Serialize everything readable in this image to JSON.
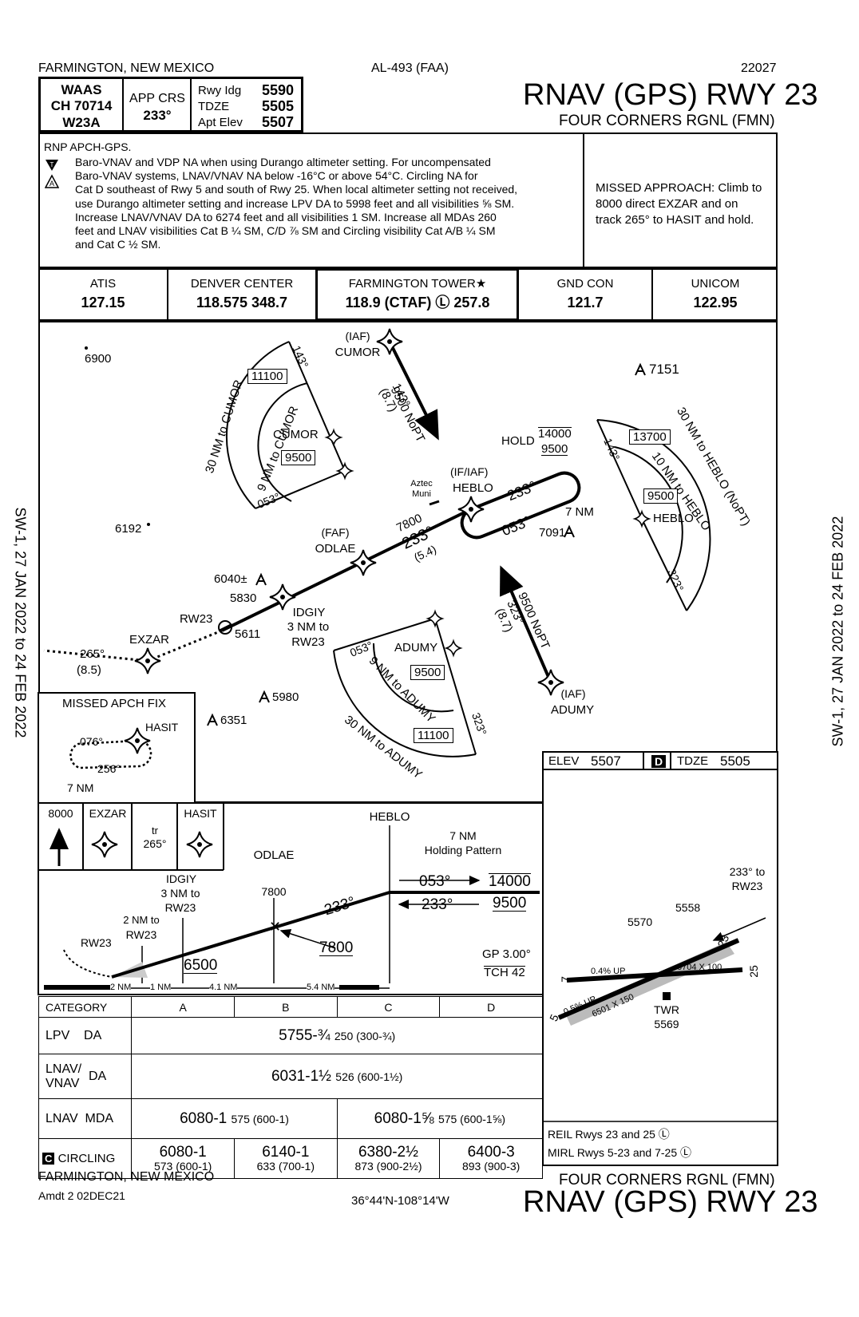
{
  "header": {
    "city": "FARMINGTON, NEW MEXICO",
    "chart_id": "AL-493 (FAA)",
    "cycle": "22027",
    "title": "RNAV (GPS) RWY 23",
    "airport": "FOUR CORNERS RGNL (FMN)"
  },
  "briefing": {
    "waas_label": "WAAS",
    "waas_channel": "CH 70714",
    "waas_id": "W23A",
    "app_crs_label": "APP CRS",
    "app_crs": "233°",
    "rwy_ldg_label": "Rwy Idg",
    "rwy_ldg": "5590",
    "tdze_label": "TDZE",
    "tdze": "5505",
    "apt_elev_label": "Apt Elev",
    "apt_elev": "5507"
  },
  "notes": {
    "rnp": "RNP APCH-GPS.",
    "text_lines": [
      "Baro-VNAV and VDP NA when using Durango altimeter setting.  For uncompensated",
      "Baro-VNAV systems, LNAV/VNAV NA below -16°C or above 54°C.  Circling NA for",
      "Cat D southeast of Rwy 5 and south of Rwy 25.  When local altimeter setting not received,",
      "use Durango altimeter setting and increase LPV DA to 5998 feet and all visibilities ⅝ SM.",
      "Increase LNAV/VNAV DA to 6274 feet and all visibilities 1 SM.  Increase all MDAs 260",
      "feet and LNAV visibilities Cat B ¼ SM, C/D ⅞ SM and Circling visibility Cat A/B ¼ SM",
      "and Cat C ½ SM."
    ],
    "missed_lines": [
      "MISSED APPROACH: Climb to",
      "8000 direct EXZAR and on",
      "track 265° to HASIT and hold."
    ]
  },
  "comms": [
    {
      "name": "ATIS",
      "freq": "127.15"
    },
    {
      "name": "DENVER CENTER",
      "freq": "118.575  348.7"
    },
    {
      "name": "FARMINGTON TOWER★",
      "freq": "118.9 (CTAF) Ⓛ 257.8"
    },
    {
      "name": "GND CON",
      "freq": "121.7"
    },
    {
      "name": "UNICOM",
      "freq": "122.95"
    }
  ],
  "plan": {
    "fixes": {
      "cumor_iaf": "(IAF)",
      "cumor": "CUMOR",
      "heblo_iaf": "(IF/IAF)",
      "heblo": "HEBLO",
      "odlae_faf": "(FAF)",
      "odlae": "ODLAE",
      "idgiy": "IDGIY",
      "idgiy_dist": "3 NM to",
      "idgiy_rw": "RW23",
      "rw23": "RW23",
      "exzar": "EXZAR",
      "adumy_iaf": "(IAF)",
      "adumy": "ADUMY",
      "aztec": "Aztec",
      "muni": "Muni"
    },
    "texts": {
      "alt_6900": "6900",
      "alt_7151": "7151",
      "alt_6192": "6192",
      "alt_6040": "6040±",
      "alt_5830": "5830",
      "alt_5611": "5611",
      "alt_7091": "7091",
      "alt_5980": "5980",
      "alt_6351": "6351",
      "cumor_leg_alt": "9500 NoPT",
      "cumor_leg_crs": "143°",
      "cumor_leg_dist": "(8.7)",
      "adumy_leg_alt": "9500 NoPT",
      "adumy_leg_crs": "323°",
      "adumy_leg_dist": "(8.7)",
      "hold_label": "HOLD",
      "hold_alt_top": "14000",
      "hold_alt_bottom": "9500",
      "hold_7nm": "7 NM",
      "hold_in": "233°",
      "hold_out": "053°",
      "final_alt": "7800",
      "final_crs": "233°",
      "final_dist": "(5.4)",
      "missed_crs": "265°",
      "missed_dist": "(8.5)",
      "cumor_30": "30 NM to CUMOR",
      "cumor_9": "9 NM to CUMOR",
      "cumor_msa1": "11100",
      "cumor_msa2": "9500",
      "cumor_143": "143°",
      "cumor_053": "053°",
      "heblo_30": "30 NM to HEBLO (NoPT)",
      "heblo_10": "10 NM to HEBLO",
      "heblo_msa1": "13700",
      "heblo_msa2": "9500",
      "heblo_143": "143°",
      "heblo_323": "323°",
      "adumy_30": "30 NM to ADUMY",
      "adumy_9": "9 NM to ADUMY",
      "adumy_msa1": "11100",
      "adumy_msa2": "9500",
      "adumy_053": "053°",
      "adumy_323": "323°"
    },
    "missed_inset": {
      "title": "MISSED APCH FIX",
      "fix": "HASIT",
      "out": "076°",
      "in": "256°",
      "dist": "7 NM"
    }
  },
  "airport_box": {
    "elev_label": "ELEV",
    "elev": "5507",
    "d": "D",
    "tdze_label": "TDZE",
    "tdze": "5505",
    "app_note1": "233° to",
    "app_note2": "RW23",
    "obs": "5570",
    "obs2": "5558",
    "rwy_long": "6704 X 100",
    "rwy_short": "6501 X 150",
    "grad1": "0.4% UP",
    "grad2": "0.5% UP",
    "twr": "TWR",
    "twr_elev": "5569",
    "rw23": "23",
    "rw25": "25",
    "rw5": "5",
    "rw7": "7",
    "reil": "REIL Rwys 23 and 25 Ⓛ",
    "mirl": "MIRL Rwys 5-23 and 7-25 Ⓛ"
  },
  "profile": {
    "climb_alt": "8000",
    "exzar": "EXZAR",
    "tr": "tr",
    "tr_crs": "265°",
    "hasit": "HASIT",
    "heblo": "HEBLO",
    "hold_1": "7 NM",
    "hold_2": "Holding Pattern",
    "hold_out": "053°",
    "hold_in": "233°",
    "alt_14000": "14000",
    "alt_9500": "9500",
    "odlae": "ODLAE",
    "odlae_alt": "7800",
    "final_crs": "233°",
    "alt_7800": "7800",
    "idgiy": "IDGIY",
    "idgiy_1": "3 NM to",
    "idgiy_2": "RW23",
    "two_nm_1": "2 NM to",
    "two_nm_2": "RW23",
    "rw23": "RW23",
    "alt_6500": "6500",
    "gp": "GP 3.00°",
    "tch": "TCH 42",
    "dists": [
      "2 NM",
      "1 NM",
      "4.1 NM",
      "5.4 NM"
    ]
  },
  "minimums": {
    "header": [
      "CATEGORY",
      "A",
      "B",
      "C",
      "D"
    ],
    "lpv": {
      "label": "LPV",
      "type": "DA",
      "value": "5755-¾",
      "hat": "250 (300-¾)"
    },
    "lnav_vnav": {
      "label1": "LNAV/",
      "label2": "VNAV",
      "type": "DA",
      "value": "6031-1½",
      "hat": "526 (600-1½)"
    },
    "lnav": {
      "label": "LNAV",
      "type": "MDA",
      "ab_value": "6080-1",
      "ab_hat": "575 (600-1)",
      "cd_value": "6080-1⅝",
      "cd_hat": "575 (600-1⅝)"
    },
    "circling": {
      "c": "C",
      "label": "CIRCLING",
      "a": {
        "value": "6080-1",
        "hat": "573 (600-1)"
      },
      "b": {
        "value": "6140-1",
        "hat": "633 (700-1)"
      },
      "c_cat": {
        "value": "6380-2½",
        "hat": "873 (900-2½)"
      },
      "d": {
        "value": "6400-3",
        "hat": "893 (900-3)"
      }
    }
  },
  "footer": {
    "city": "FARMINGTON, NEW MEXICO",
    "amdt": "Amdt 2  02DEC21",
    "coords": "36°44'N-108°14'W",
    "airport": "FOUR CORNERS RGNL (FMN)",
    "title": "RNAV (GPS) RWY 23"
  },
  "side_text": "SW-1, 27 JAN 2022 to 24 FEB 2022"
}
